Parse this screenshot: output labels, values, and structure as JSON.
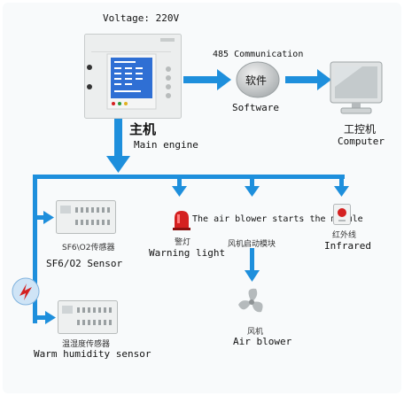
{
  "colors": {
    "arrow": "#1e8fdc",
    "panel": "#eceeee",
    "screen": "#2f6fd4",
    "alarm": "#d42020"
  },
  "header": {
    "voltage": "Voltage: 220V"
  },
  "controller": {
    "label_zh": "主机",
    "label_en": "Main engine",
    "icon": "controller-panel-icon"
  },
  "communication": {
    "label": "485 Communication"
  },
  "software": {
    "badge": "软件",
    "label": "Software",
    "icon": "software-circle-icon"
  },
  "computer": {
    "label_zh": "工控机",
    "label_en": "Computer",
    "icon": "monitor-icon"
  },
  "devices": {
    "sf6_sensor": {
      "label_zh": "SF6\\O2传感器",
      "label_en": "SF6/O2 Sensor",
      "icon": "sensor-box-icon"
    },
    "warning_light": {
      "label_zh": "警灯",
      "label_en": "Warning light",
      "icon": "warning-light-icon"
    },
    "blower_module": {
      "label_en": "The air blower starts the module",
      "label_zh": "风机启动模块",
      "icon": "module-icon"
    },
    "infrared": {
      "label_zh": "红外线",
      "label_en": "Infrared",
      "icon": "infrared-sensor-icon"
    },
    "air_blower": {
      "label_zh": "风机",
      "label_en": "Air blower",
      "icon": "fan-icon"
    },
    "humidity_sensor": {
      "label_zh": "温湿度传感器",
      "label_en": "Warm humidity sensor",
      "icon": "sensor-box-icon"
    }
  }
}
